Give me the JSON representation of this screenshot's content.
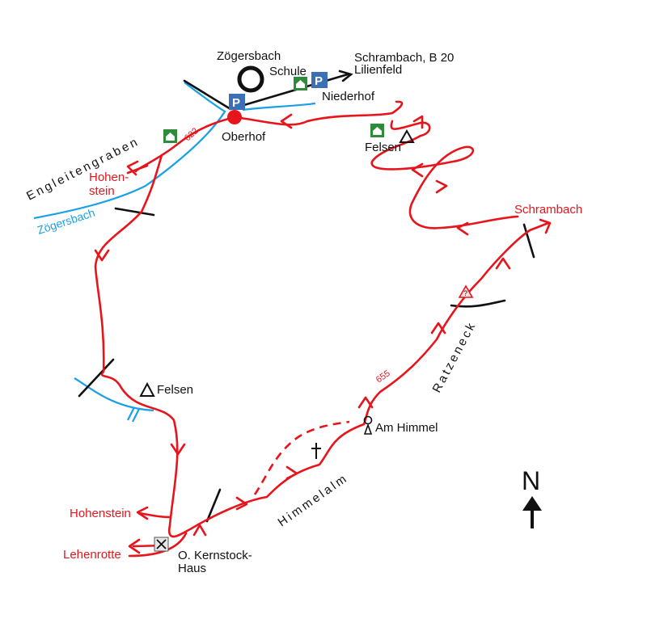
{
  "labels": {
    "zoegersbach_town": "Zögersbach",
    "schule": "Schule",
    "schrambach_b20": "Schrambach, B 20",
    "lilienfeld": "Lilienfeld",
    "niederhof": "Niederhof",
    "oberhof": "Oberhof",
    "route_622": "622",
    "engleitengraben": "Engleitengraben",
    "hohenstein_n_1": "Hohen-",
    "hohenstein_n_2": "stein",
    "zoegersbach_stream": "Zögersbach",
    "felsen_ne": "Felsen",
    "schrambach": "Schrambach",
    "ratzeneck": "Ratzeneck",
    "route_655": "655",
    "am_himmel": "Am Himmel",
    "felsen_w": "Felsen",
    "himmelalm": "Himmelalm",
    "hohenstein_s": "Hohenstein",
    "lehenrotte": "Lehenrotte",
    "kernstock_1": "O. Kernstock-",
    "kernstock_2": "Haus",
    "north": "N"
  },
  "colors": {
    "route": "#e8141b",
    "stream": "#1aa0e6",
    "road": "#111111",
    "parking": "#3b6fb6",
    "hut": "#2e8b3a"
  },
  "icons": {
    "parking": "parking-icon",
    "hut": "hut-icon",
    "summit": "summit-triangle-icon",
    "cross": "wayside-cross-icon",
    "keyhole": "viewpoint-icon",
    "restaurant": "restaurant-icon",
    "caution": "caution-icon",
    "north": "north-arrow-icon"
  }
}
